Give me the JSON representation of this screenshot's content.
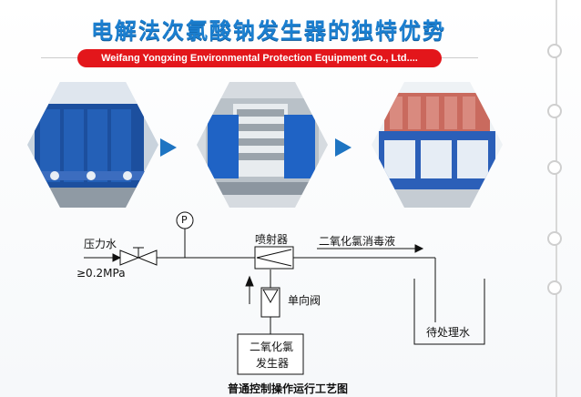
{
  "header": {
    "title": "电解法次氯酸钠发生器的独特优势",
    "subtitle": "Weifang Yongxing Environmental Protection Equipment Co., Ltd...."
  },
  "photos": [
    {
      "icon": "blue-tank-equipment-photo"
    },
    {
      "icon": "electrode-module-photo"
    },
    {
      "icon": "generator-cabinet-photo"
    }
  ],
  "diagram": {
    "pressure_water_label": "压力水",
    "pressure_value_label": "≥0.2MPa",
    "gauge_symbol": "P",
    "ejector_label": "喷射器",
    "outlet_label": "二氧化氯消毒液",
    "check_valve_label": "单向阀",
    "generator_label_line1": "二氧化氯",
    "generator_label_line2": "发生器",
    "tank_label": "待处理水",
    "caption": "普通控制操作运行工艺图"
  },
  "colors": {
    "title": "#1b7fd0",
    "banner": "#e3161b",
    "arrow": "#1e74c2"
  }
}
